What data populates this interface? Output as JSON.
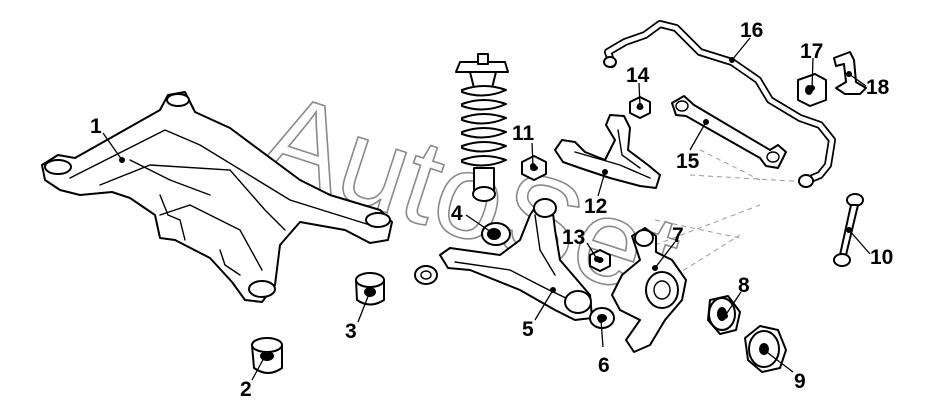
{
  "watermark": {
    "text": "AutoSet",
    "color": "#8a8a8a"
  },
  "callouts": [
    {
      "id": "1",
      "label": "1",
      "part": "rear subframe"
    },
    {
      "id": "2",
      "label": "2",
      "part": "subframe bushing"
    },
    {
      "id": "3",
      "label": "3",
      "part": "bushing"
    },
    {
      "id": "4",
      "label": "4",
      "part": "shock absorber bushing"
    },
    {
      "id": "5",
      "label": "5",
      "part": "trailing arm"
    },
    {
      "id": "6",
      "label": "6",
      "part": "knuckle bushing"
    },
    {
      "id": "7",
      "label": "7",
      "part": "wheel carrier"
    },
    {
      "id": "8",
      "label": "8",
      "part": "bearing"
    },
    {
      "id": "9",
      "label": "9",
      "part": "wheel hub"
    },
    {
      "id": "10",
      "label": "10",
      "part": "stabilizer link"
    },
    {
      "id": "11",
      "label": "11",
      "part": "nut"
    },
    {
      "id": "12",
      "label": "12",
      "part": "upper control arm"
    },
    {
      "id": "13",
      "label": "13",
      "part": "nut"
    },
    {
      "id": "14",
      "label": "14",
      "part": "nut"
    },
    {
      "id": "15",
      "label": "15",
      "part": "lateral link"
    },
    {
      "id": "16",
      "label": "16",
      "part": "stabilizer bar"
    },
    {
      "id": "17",
      "label": "17",
      "part": "stabilizer bushing"
    },
    {
      "id": "18",
      "label": "18",
      "part": "stabilizer bracket"
    }
  ]
}
